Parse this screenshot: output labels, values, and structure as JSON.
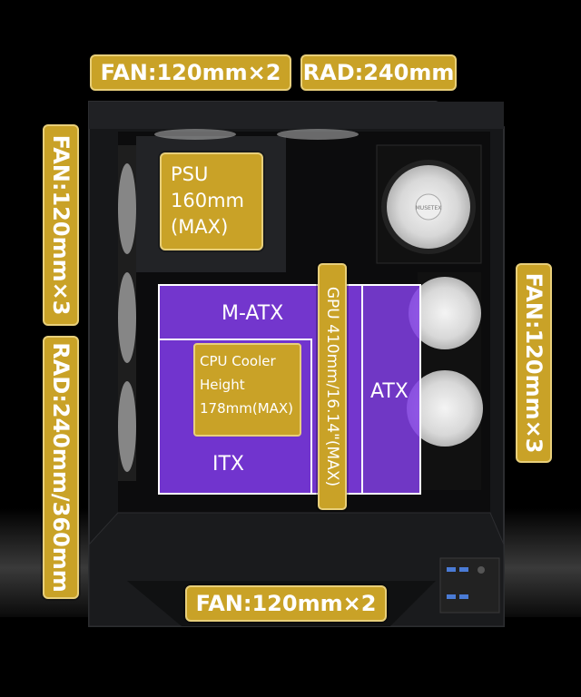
{
  "labels": {
    "top_fan": "FAN:120mm×2",
    "top_rad": "RAD:240mm",
    "left_fan": "FAN:120mm×3",
    "left_rad": "RAD:240mm/360mm",
    "right_fan": "FAN:120mm×3",
    "bottom_fan": "FAN:120mm×2"
  },
  "psu": {
    "line1": "PSU",
    "line2": "160mm",
    "line3": "(MAX)"
  },
  "motherboard": {
    "atx": "ATX",
    "matx": "M-ATX",
    "itx": "ITX"
  },
  "cpu_cooler": {
    "line1": "CPU Cooler",
    "line2": "Height",
    "line3": "178mm(MAX)"
  },
  "gpu": "GPU 410mm/16.14\"(MAX)",
  "fan_brand": "MUSETEX",
  "colors": {
    "gold": "#c9a227",
    "purple": "#8240e6",
    "case": "#1b1c1e"
  }
}
